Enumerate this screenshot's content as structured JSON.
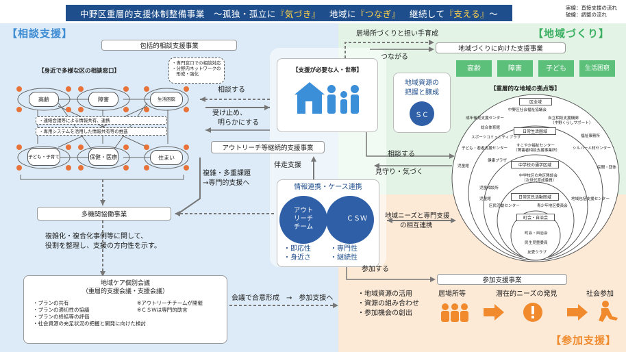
{
  "header": {
    "title_pre": "中野区重層的支援体制整備事業　～孤独・孤立に",
    "title_q1": "『気づき』",
    "title_mid1": "　地域に",
    "title_q2": "『つなぎ』",
    "title_mid2": "　継続して",
    "title_q3": "『支える』",
    "title_post": "～",
    "legend_solid": "実線：直接支援の流れ",
    "legend_dash": "破線：調整の流れ"
  },
  "consult": {
    "zone_title": "【相談支援】",
    "comprehensive": "包括的相談支援事業",
    "windows_title": "【身近で多様な区の相談窓口】",
    "dashed_note_1": "・専門窓口での相談対応",
    "dashed_note_2": "・分野内ネットワークの",
    "dashed_note_3": "　形成・強化",
    "chips": [
      "高齢",
      "障害",
      "生活困窮",
      "子ども・子育て",
      "保健・医療",
      "住まい"
    ],
    "band_1": "・連絡会議等による情報共有、連携",
    "band_2": "・専用システムを活用した情報共有等の推進",
    "multi_agency": "多機関協働事業",
    "multi_note_1": "複雑化・複合化事例等に関して、",
    "multi_note_2": "役割を整理し、支援の方向性を示す。",
    "meeting_title_1": "地域ケア個別会議",
    "meeting_title_2": "（重層的支援会議・支援会議）",
    "meeting_items": [
      "・プランの共有",
      "・プランの適切性の協議",
      "・プランの終結等の評価",
      "・社会資源の充足状況の把握と開発に向けた検討"
    ],
    "meeting_notes": [
      "※アウトリーチチームが開催",
      "※ＣＳＷは専門的助言"
    ]
  },
  "center": {
    "need_title": "【支援が必要な人・世帯】",
    "consult_label": "相談する",
    "receive_1": "受け止め、",
    "receive_2": "明らかにする",
    "outreach_biz": "アウトリーチ等継続的支援事業",
    "complex_1": "複雑・多重課題",
    "complex_2": "→専門的支援へ",
    "accompany": "伴走支援",
    "sc_title_1": "地域資源の",
    "sc_title_2": "把握と醸成",
    "sc_label": "ＳＣ",
    "link_title": "情報連携・ケース連携",
    "outreach_1": "アウト",
    "outreach_2": "リーチ",
    "outreach_3": "チーム",
    "csw": "ＣＳＷ",
    "outreach_traits_1": "・即応性",
    "outreach_traits_2": "・身近さ",
    "csw_traits_1": "・専門性",
    "csw_traits_2": "・継続性",
    "consensus": "会議で合意形成　→　参加支援へ"
  },
  "community": {
    "zone_title": "【地域づくり】",
    "place_making": "居場所づくりと担い手育成",
    "connect": "つながる",
    "biz": "地域づくりに向けた支援事業",
    "green_chips": [
      "高齢",
      "障害",
      "子ども",
      "生活困窮"
    ],
    "hub_title": "【重層的な地域の拠点等】",
    "consult_label": "相談する",
    "watch": "見守り・気づく",
    "mutual_1": "地域ニーズと専門支援",
    "mutual_2": "の相互連携",
    "rings": {
      "r1": "区全域",
      "r1_a": "中野区社会福祉協議会",
      "r1_b": "成年後見支援センター",
      "r1_c": "自立相談支援機関",
      "r1_c2": "（中野くらしサポート）",
      "r1_d": "総合体育館",
      "r1_e": "福祉事務所",
      "r1_f": "スポーツコミュニティプラザ",
      "r2": "日常生活圏域",
      "r2_a": "子ども・若者支援センター",
      "r2_b": "すこやか福祉センター",
      "r2_b2": "（障害者相談支援事業所）",
      "r2_c": "シルバー人材センター",
      "r2_d": "健康プラザ",
      "r2_e": "民間・団体",
      "r2_f": "児童館",
      "r3": "中学校の通学区域",
      "r3_a": "中学校区の地区懇談会",
      "r3_a2": "（次世代育成委員）",
      "r3_b": "児童相談所",
      "r4": "日常区民活動圏域",
      "r4_a": "区民活動センター",
      "r4_b": "青少年地区委員会",
      "r4_c": "地域包括支援センター",
      "r4_d": "児童館",
      "r5": "町会・自治会",
      "r5_a": "町会・自治会",
      "r5_b": "民生児童委員",
      "r5_c": "友愛クラブ"
    }
  },
  "participate": {
    "zone_title": "【参加支援】",
    "participate_label": "参加する",
    "biz": "参加支援事業",
    "bullets": [
      "・地域資源の活用",
      "・資源の組み合わせ",
      "・参加機会の創出"
    ],
    "flow": [
      "居場所等",
      "潜在的ニーズの発見",
      "社会参加"
    ]
  },
  "colors": {
    "navy": "#1f4e8c",
    "blue": "#3d8bd3",
    "green": "#5cc07a",
    "orange": "#f4a64f"
  }
}
